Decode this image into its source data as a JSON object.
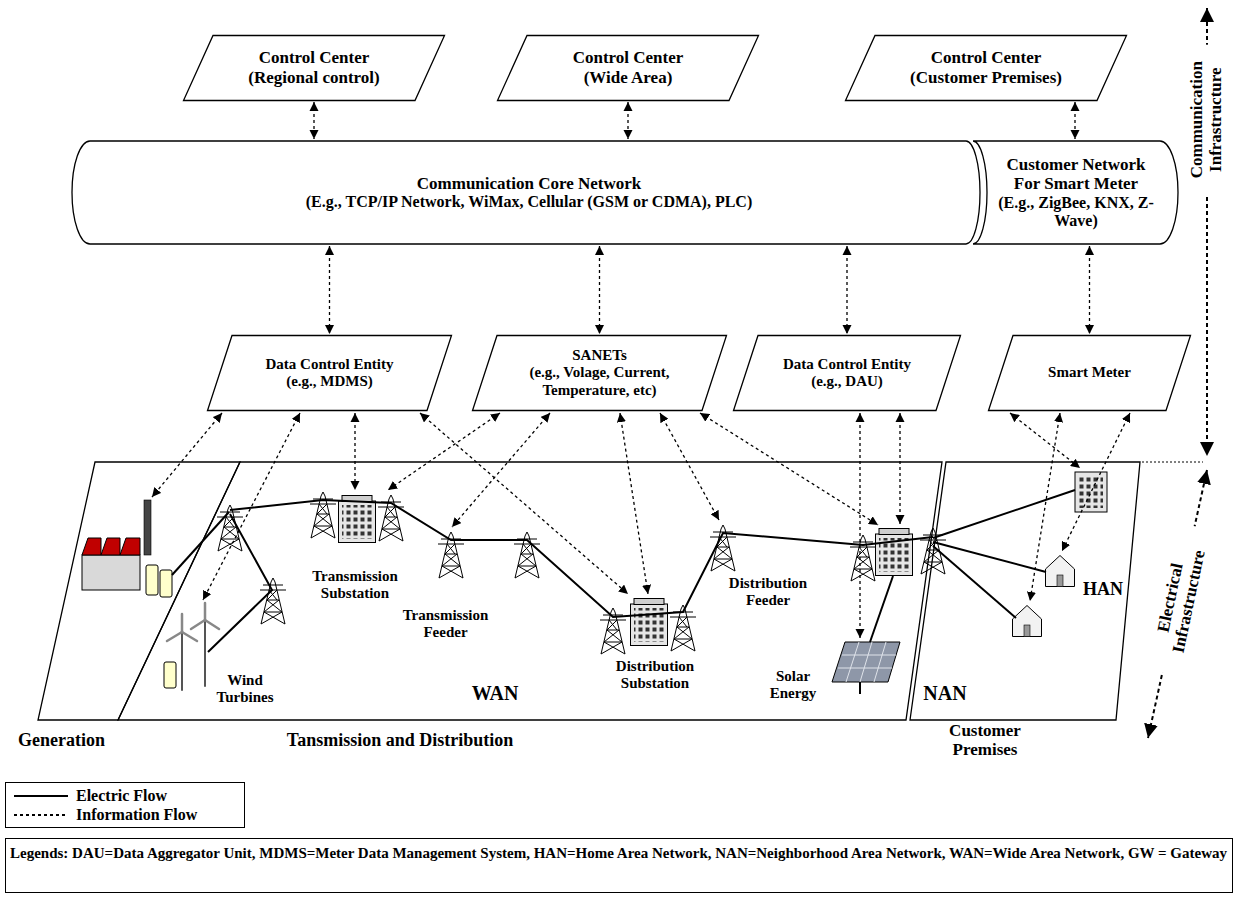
{
  "diagram": {
    "nodes": [
      {
        "text": [
          "Control Center",
          "(Regional control)"
        ]
      },
      {
        "text": [
          "Control Center",
          "(Wide Area)"
        ]
      },
      {
        "text": [
          "Control Center",
          "(Customer Premises)"
        ]
      },
      {
        "text": [
          "Communication Core Network",
          "(E.g., TCP/IP Network, WiMax, Cellular (GSM or CDMA), PLC)"
        ]
      },
      {
        "text": [
          "Customer Network For Smart Meter",
          "(E.g., ZigBee, KNX, Z-Wave)"
        ]
      },
      {
        "text": [
          "Data Control Entity",
          "(e.g., MDMS)"
        ]
      },
      {
        "text": [
          "SANETs",
          "(e.g., Volage, Current, Temperature, etc)"
        ]
      },
      {
        "text": [
          "Data Control Entity",
          "(e.g., DAU)"
        ]
      },
      {
        "text": [
          "Smart Meter"
        ]
      },
      {
        "text": [
          "Generation"
        ]
      },
      {
        "text": [
          "WAN",
          "Tansmission and Distribution"
        ]
      },
      {
        "text": [
          "NAN",
          "Customer Premises"
        ]
      }
    ],
    "edges": [
      {
        "from": 0,
        "to": 3,
        "arrow": "both"
      },
      {
        "from": 1,
        "to": 3,
        "arrow": "both"
      },
      {
        "from": 2,
        "to": 4,
        "arrow": "both"
      },
      {
        "from": 3,
        "to": 5,
        "arrow": "both"
      },
      {
        "from": 3,
        "to": 6,
        "arrow": "both"
      },
      {
        "from": 3,
        "to": 7,
        "arrow": "both"
      },
      {
        "from": 4,
        "to": 8,
        "arrow": "both"
      }
    ],
    "labels": [
      "Transmission Substation",
      "Transmission Feeder",
      "Distribution Substation",
      "Distribution Feeder",
      "Solar Energy",
      "Wind Turbines",
      "HAN",
      "Communication Infrastructure",
      "Electrical Infrastructure",
      "Legends: DAU=Data Aggregator Unit, MDMS=Meter Data Management System, HAN=Home Area Network, NAN=Neighborhood Area Network, WAN=Wide Area Network, GW = Gateway"
    ],
    "legend": [
      {
        "text": "Electric Flow"
      },
      {
        "text": "Information Flow"
      }
    ]
  }
}
